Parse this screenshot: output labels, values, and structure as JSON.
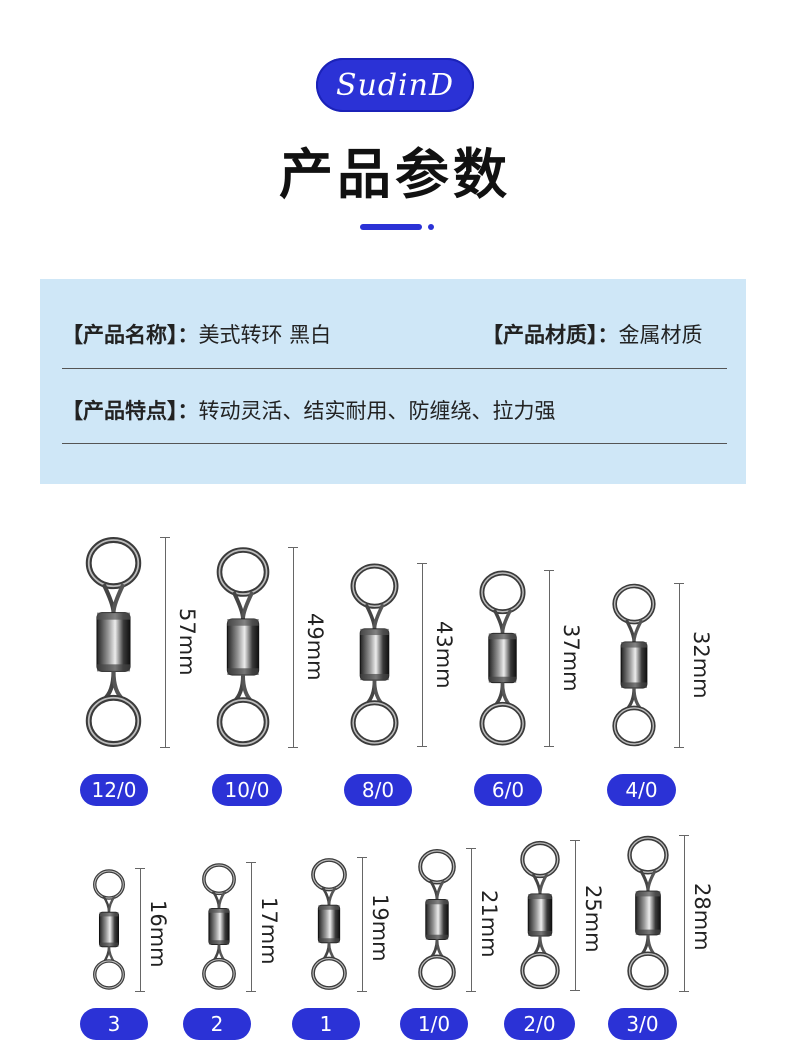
{
  "brand": {
    "logo_text": "SudinD"
  },
  "page": {
    "title": "产品参数"
  },
  "info": {
    "name_label": "【产品名称】：",
    "name_value": "美式转环 黑白",
    "material_label": "【产品材质】：",
    "material_value": "金属材质",
    "features_label": "【产品特点】：",
    "features_value": "转动灵活、结实耐用、防缠绕、拉力强"
  },
  "colors": {
    "accent": "#2b32d6",
    "panel": "#cfe7f7"
  },
  "sizes_row1": [
    {
      "size": "12/0",
      "length": "57mm"
    },
    {
      "size": "10/0",
      "length": "49mm"
    },
    {
      "size": "8/0",
      "length": "43mm"
    },
    {
      "size": "6/0",
      "length": "37mm"
    },
    {
      "size": "4/0",
      "length": "32mm"
    }
  ],
  "sizes_row2": [
    {
      "size": "3",
      "length": "16mm"
    },
    {
      "size": "2",
      "length": "17mm"
    },
    {
      "size": "1",
      "length": "19mm"
    },
    {
      "size": "1/0",
      "length": "21mm"
    },
    {
      "size": "2/0",
      "length": "25mm"
    },
    {
      "size": "3/0",
      "length": "28mm"
    }
  ]
}
